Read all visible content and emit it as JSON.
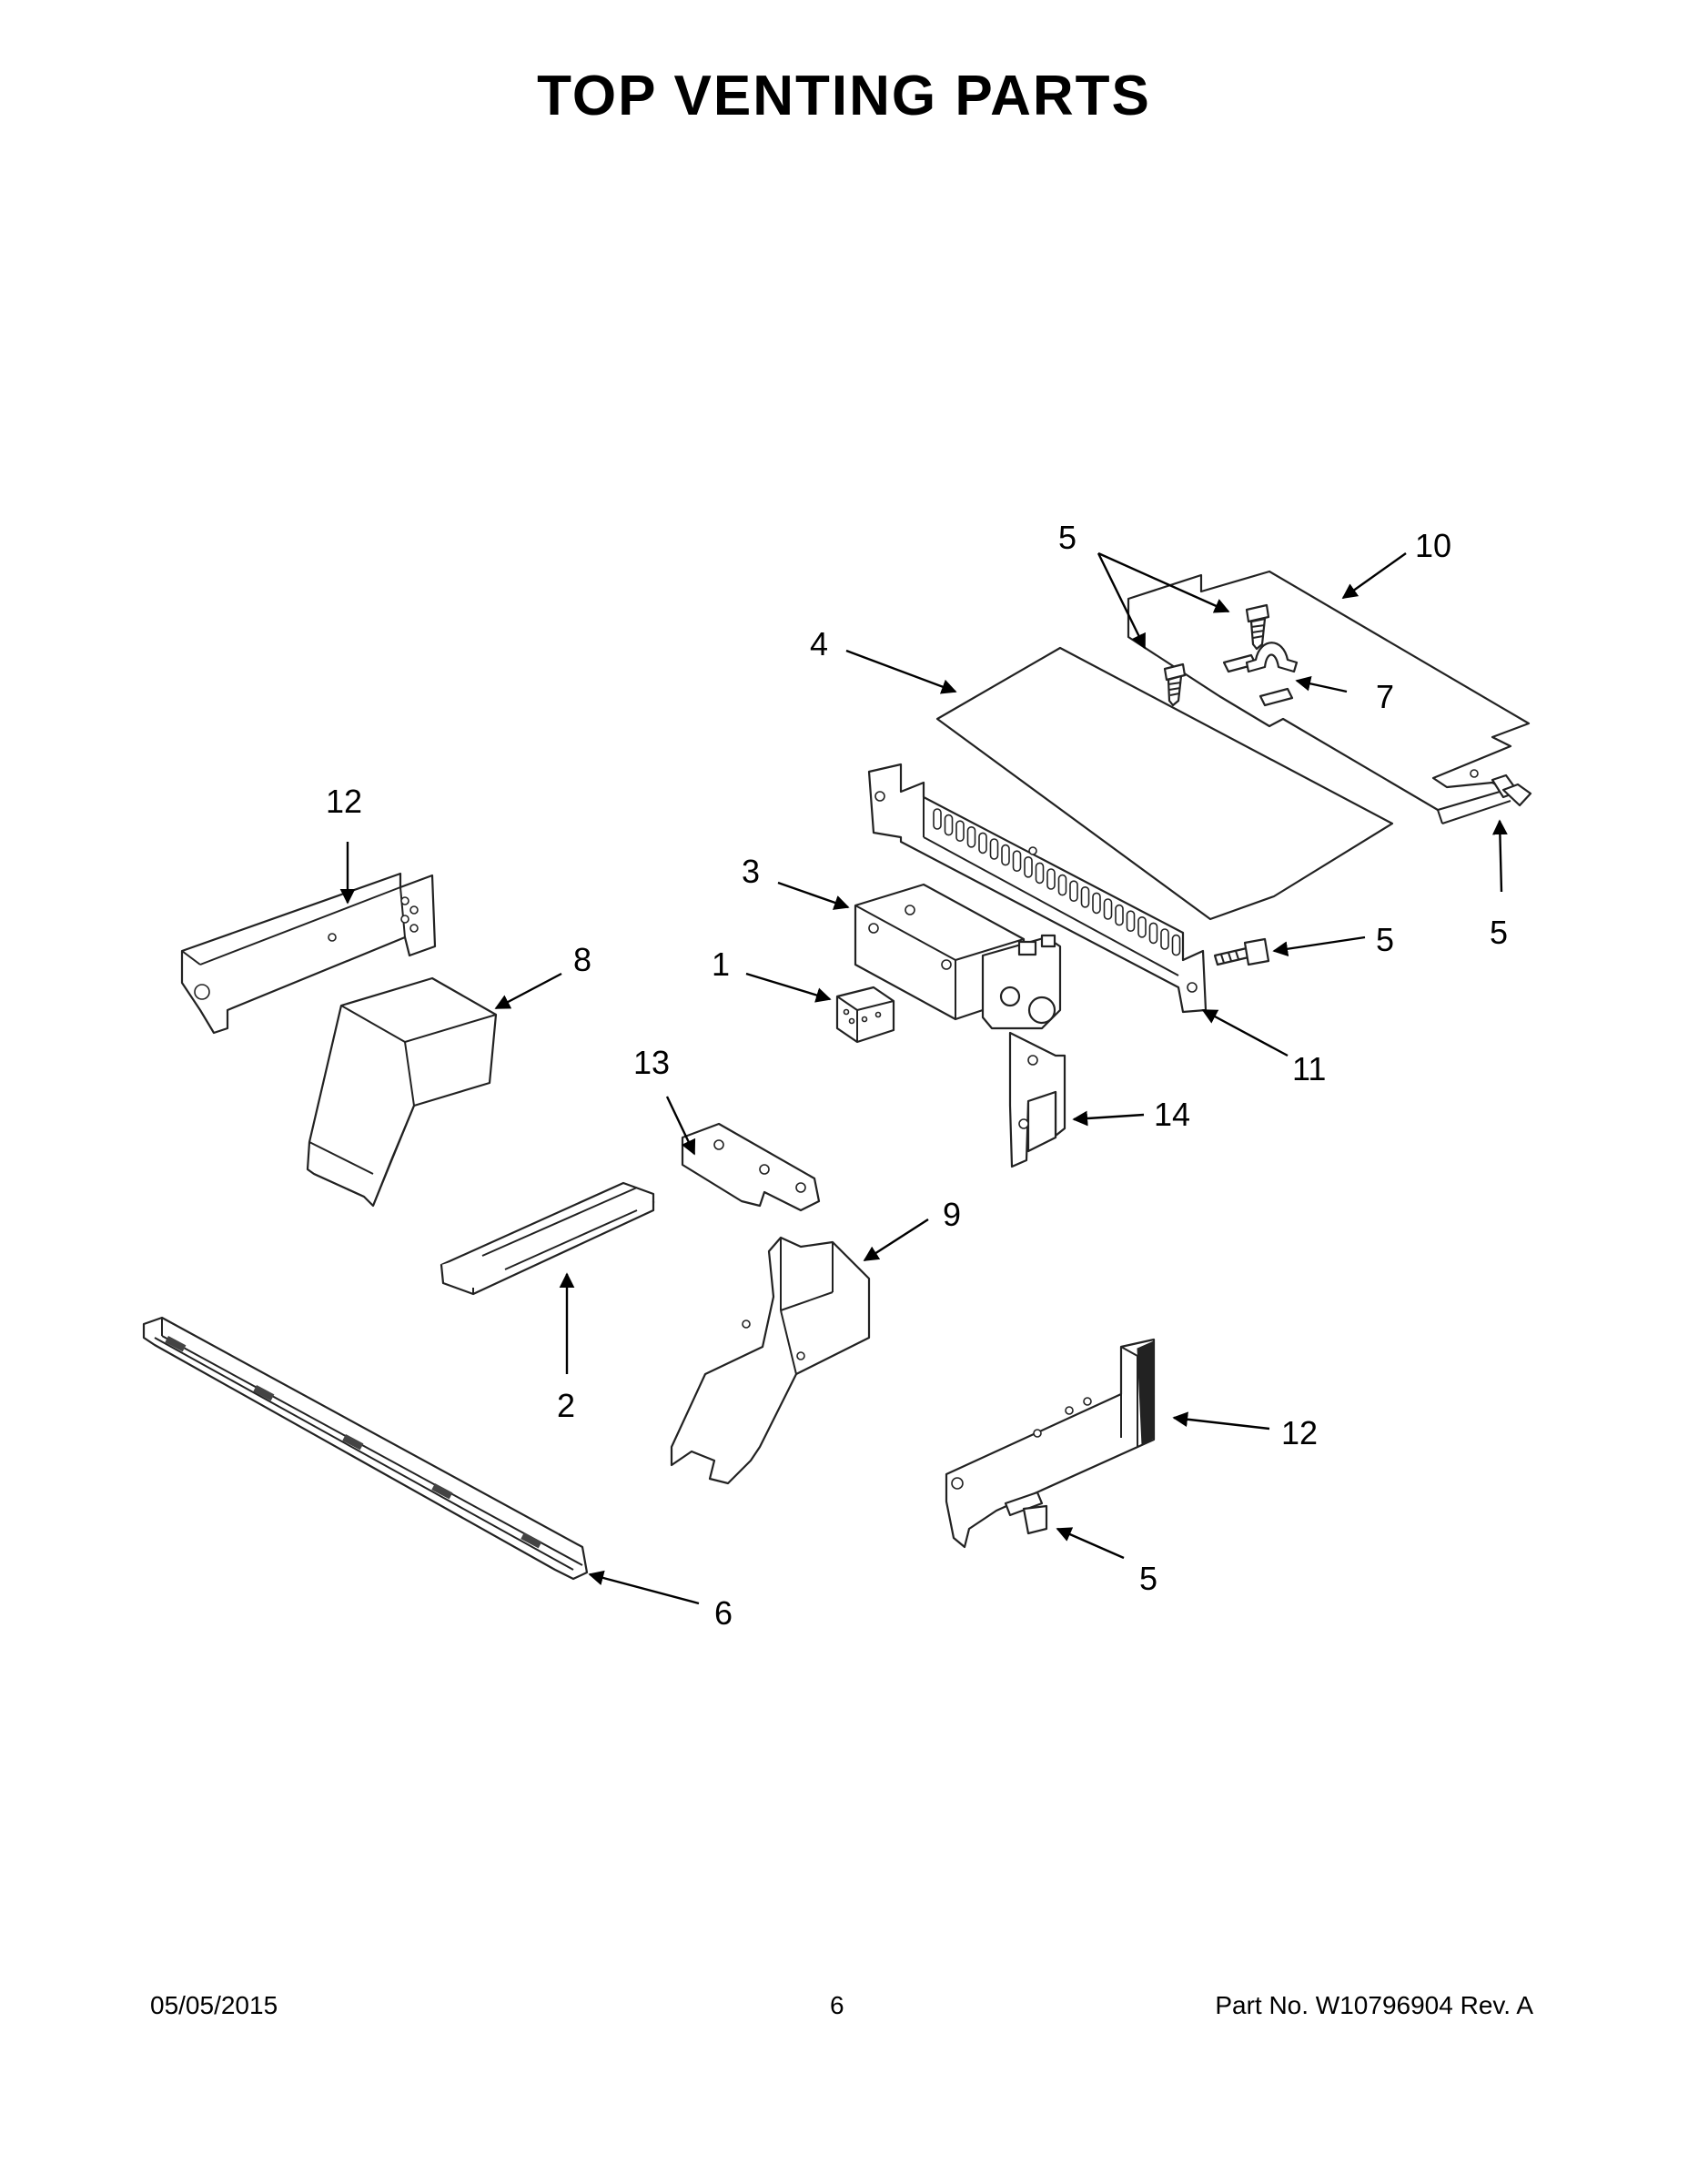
{
  "title": "TOP VENTING PARTS",
  "callouts": {
    "c1": "1",
    "c2": "2",
    "c3": "3",
    "c4": "4",
    "c5a": "5",
    "c5b": "5",
    "c5c": "5",
    "c5d": "5",
    "c6": "6",
    "c7": "7",
    "c8": "8",
    "c9": "9",
    "c10": "10",
    "c11": "11",
    "c12a": "12",
    "c12b": "12",
    "c13": "13",
    "c14": "14"
  },
  "footer": {
    "date": "05/05/2015",
    "page": "6",
    "part": "Part No.  W10796904  Rev.  A"
  }
}
